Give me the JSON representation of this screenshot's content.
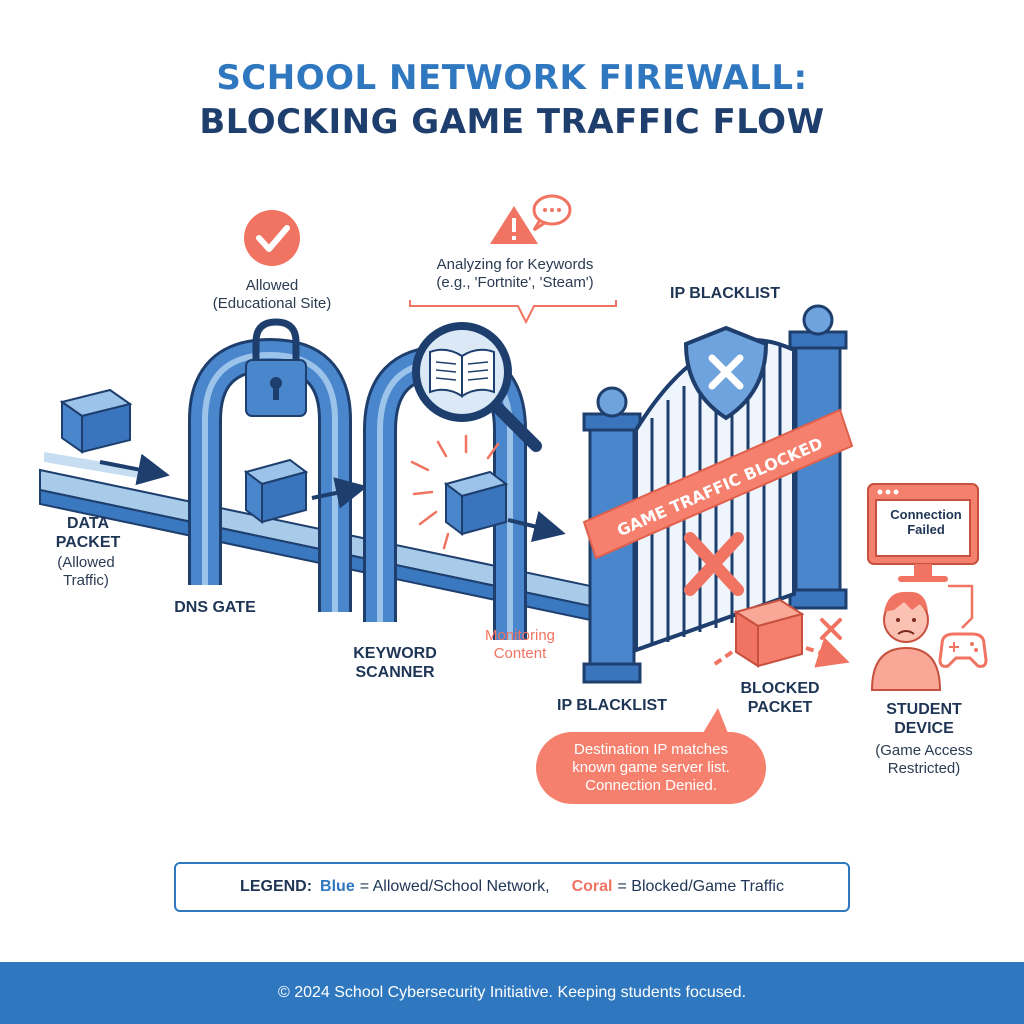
{
  "title": {
    "line1": "SCHOOL NETWORK FIREWALL:",
    "line2": "BLOCKING GAME TRAFFIC FLOW"
  },
  "stages": {
    "data_packet": [
      "DATA",
      "PACKET"
    ],
    "data_packet_note": [
      "(Allowed",
      "Traffic)"
    ],
    "dns_gate": "DNS GATE",
    "dns_note": [
      "Allowed",
      "(Educational Site)"
    ],
    "keyword_scanner": [
      "KEYWORD",
      "SCANNER"
    ],
    "keyword_note": [
      "Analyzing for Keywords",
      "(e.g., 'Fortnite', 'Steam')"
    ],
    "monitoring": [
      "Monitoring",
      "Content"
    ],
    "ip_blacklist_top": "IP BLACKLIST",
    "ip_blacklist_bottom": "IP BLACKLIST",
    "banner": "GAME TRAFFIC BLOCKED",
    "blocked_packet": [
      "BLOCKED",
      "PACKET"
    ],
    "bubble": [
      "Destination IP matches",
      "known game server list.",
      "Connection Denied."
    ],
    "student_device": [
      "STUDENT",
      "DEVICE"
    ],
    "student_note": [
      "(Game Access",
      "Restricted)"
    ],
    "screen_message": [
      "Connection",
      "Failed"
    ]
  },
  "legend": {
    "label": "LEGEND:",
    "blue_word": "Blue",
    "blue_text": "= Allowed/School Network,",
    "coral_word": "Coral",
    "coral_text": "= Blocked/Game Traffic"
  },
  "footer": "© 2024 School Cybersecurity Initiative. Keeping students focused.",
  "colors": {
    "blue": "#2f78bf",
    "navy": "#1e3f6e",
    "coral": "#f07461"
  },
  "icons": [
    "check-icon",
    "lock-icon",
    "warning-icon",
    "speech-icon",
    "magnifier-icon",
    "book-icon",
    "shield-x-icon",
    "monitor-icon",
    "gamepad-icon",
    "student-icon",
    "box-icon"
  ]
}
